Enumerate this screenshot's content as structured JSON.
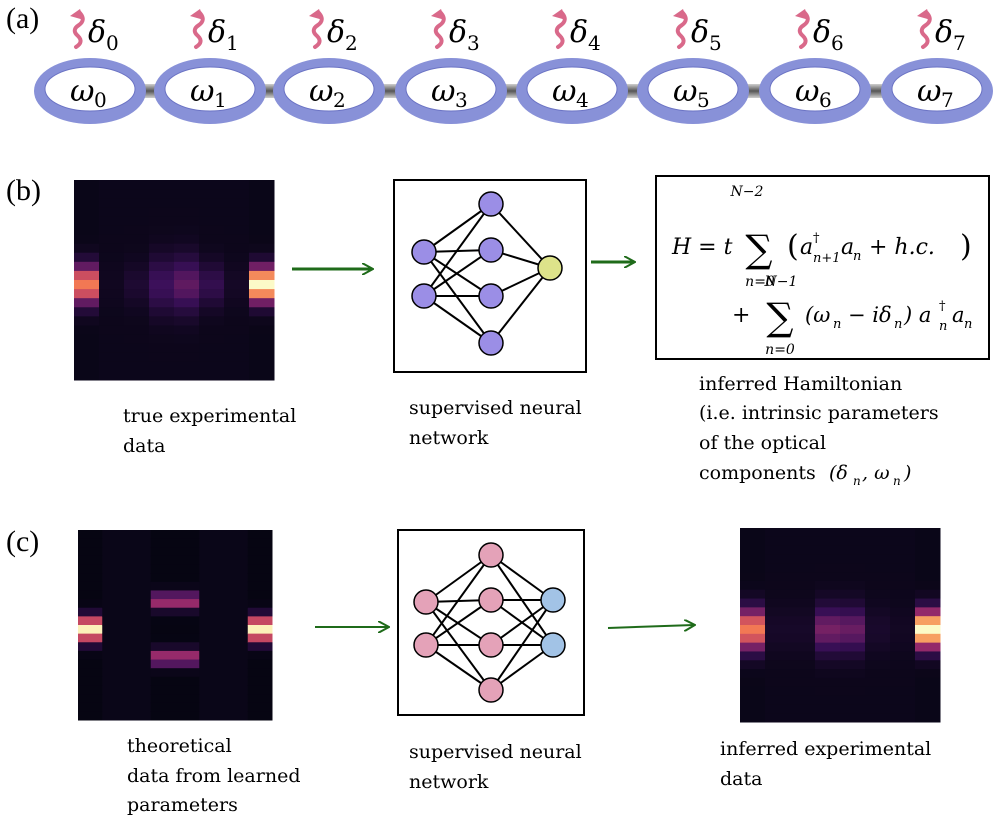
{
  "panels": {
    "a": "(a)",
    "b": "(b)",
    "c": "(c)"
  },
  "chain": {
    "delta": [
      {
        "sym": "δ",
        "sub": "0"
      },
      {
        "sym": "δ",
        "sub": "1"
      },
      {
        "sym": "δ",
        "sub": "2"
      },
      {
        "sym": "δ",
        "sub": "3"
      },
      {
        "sym": "δ",
        "sub": "4"
      },
      {
        "sym": "δ",
        "sub": "5"
      },
      {
        "sym": "δ",
        "sub": "6"
      },
      {
        "sym": "δ",
        "sub": "7"
      }
    ],
    "omega": [
      {
        "sym": "ω",
        "sub": "0"
      },
      {
        "sym": "ω",
        "sub": "1"
      },
      {
        "sym": "ω",
        "sub": "2"
      },
      {
        "sym": "ω",
        "sub": "3"
      },
      {
        "sym": "ω",
        "sub": "4"
      },
      {
        "sym": "ω",
        "sub": "5"
      },
      {
        "sym": "ω",
        "sub": "6"
      },
      {
        "sym": "ω",
        "sub": "7"
      }
    ],
    "colors": {
      "resonator": "#8891d8",
      "resonator_inner": "#ffffff",
      "loss_arrow": "#d9698a",
      "waveguide": "#9a9a9a"
    }
  },
  "row_b": {
    "caption_left": [
      "true experimental",
      "data"
    ],
    "caption_mid": [
      "supervised neural",
      "network"
    ],
    "caption_right": [
      "inferred Hamiltonian",
      "(i.e. intrinsic parameters",
      "of the optical",
      "components"
    ],
    "caption_right_math": "(δ",
    "caption_right_math_n": "n",
    "caption_right_math_mid": ", ω",
    "caption_right_math_end": ")",
    "node_color_in": "#9b8ee6",
    "node_color_out": "#dde38a",
    "arrow_color": "#1f6b1a"
  },
  "row_c": {
    "caption_left": [
      "theoretical",
      "data from learned",
      "parameters"
    ],
    "caption_mid": [
      "supervised neural",
      "network"
    ],
    "caption_right": [
      "inferred experimental",
      "data"
    ],
    "node_color_in": "#e4a2b8",
    "node_color_out": "#a2c3e6",
    "arrow_color": "#1f6b1a"
  },
  "equation": {
    "line1_lhs": "H = t",
    "sum1_top": "N−2",
    "sum1_bottom": "n=0",
    "line1_body": "a",
    "line1_rest": "a",
    "hc": "+ h.c.",
    "sum2_top": "N−1",
    "sum2_bottom": "n=0",
    "line2_body": "(ω",
    "line2_mid": "− iδ",
    "line2_end": ") a",
    "plus": "+",
    "sub_n1": "n+1",
    "sub_n": "n",
    "dagger": "†"
  },
  "heatmaps": {
    "b_left": [
      0.05,
      0.02,
      0.08,
      0.22,
      0.3,
      0.18,
      0.04,
      0.55
    ],
    "c_left": [
      0.85,
      0.02,
      0.02,
      0.42,
      0.02,
      0.02,
      0.02,
      0.85
    ],
    "c_right": [
      0.6,
      0.05,
      0.05,
      0.35,
      0.32,
      0.06,
      0.03,
      0.8
    ]
  }
}
